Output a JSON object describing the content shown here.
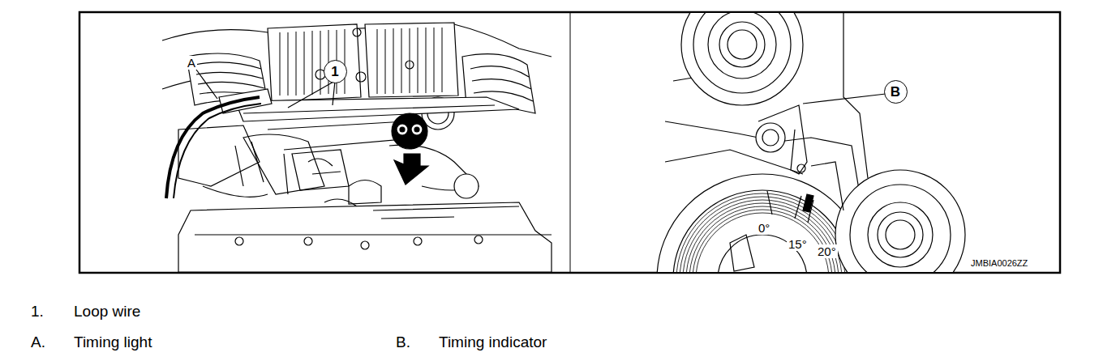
{
  "diagram": {
    "nodes": [
      {
        "text": [
          "1"
        ]
      },
      {
        "text": [
          "B"
        ]
      }
    ],
    "labels": [
      "A",
      "0°",
      "15°",
      "20°",
      "JMBIA0026ZZ",
      "1.",
      "Loop wire",
      "A.",
      "Timing light",
      "B.",
      "Timing indicator"
    ]
  }
}
